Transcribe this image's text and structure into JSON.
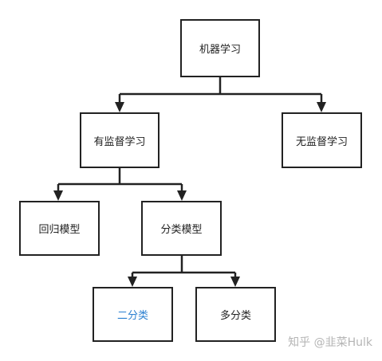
{
  "diagram": {
    "nodes": {
      "root": "机器学习",
      "supervised": "有监督学习",
      "unsupervised": "无监督学习",
      "regression": "回归模型",
      "classification": "分类模型",
      "binary": "二分类",
      "multiclass": "多分类"
    },
    "highlight_color": "#2a7fd0",
    "line_color": "#222222"
  },
  "watermark": "知乎 @韭菜Hulk"
}
